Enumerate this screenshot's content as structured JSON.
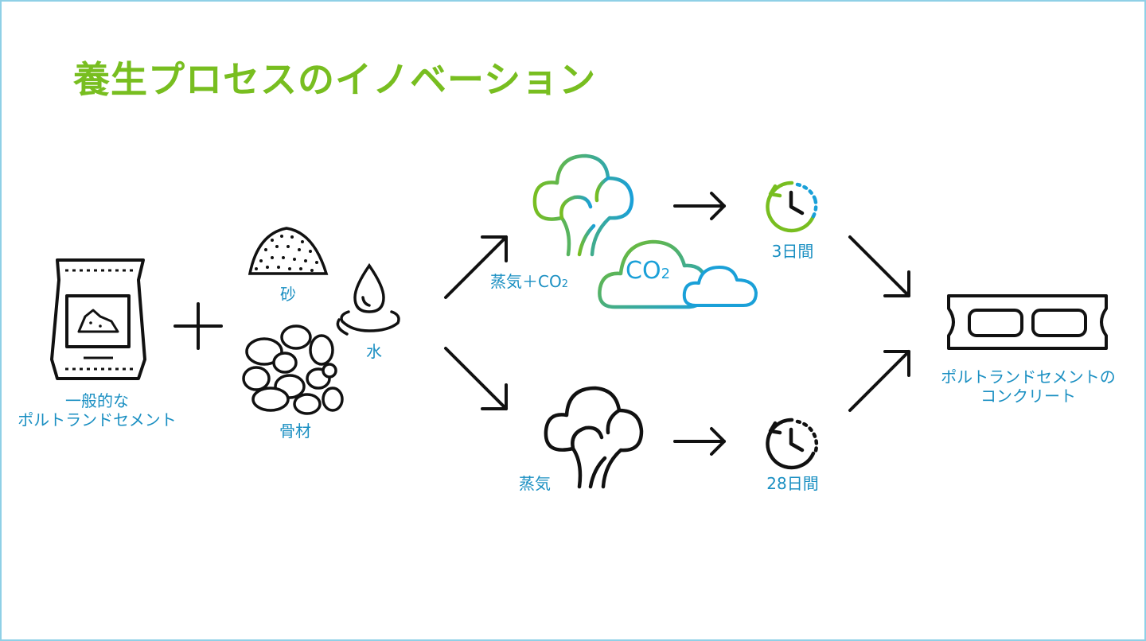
{
  "title": "養生プロセスのイノベーション",
  "labels": {
    "cement_line1": "一般的な",
    "cement_line2": "ポルトランドセメント",
    "sand": "砂",
    "water": "水",
    "aggregate": "骨材",
    "steam_co2_prefix": "蒸気＋CO",
    "steam_co2_sub": "2",
    "co2_cloud_text": "CO",
    "co2_cloud_sub": "2",
    "steam": "蒸気",
    "time_fast": "3日間",
    "time_slow": "28日間",
    "result_line1": "ポルトランドセメントの",
    "result_line2": "コンクリート"
  },
  "colors": {
    "title": "#78be20",
    "label": "#1a8fc2",
    "gradient_green": "#78be20",
    "gradient_blue": "#1aa0d8",
    "line": "#111111",
    "border": "#8fd0e6"
  },
  "icons": {
    "cement_bag": "cement-bag-icon",
    "sand": "sand-pile-icon",
    "water": "water-drop-icon",
    "aggregate": "aggregate-stones-icon",
    "co2_steam": "steam-co2-cloud-icon",
    "steam": "steam-cloud-icon",
    "clock_fast": "clock-fast-icon",
    "clock_slow": "clock-slow-icon",
    "block": "concrete-block-icon"
  }
}
